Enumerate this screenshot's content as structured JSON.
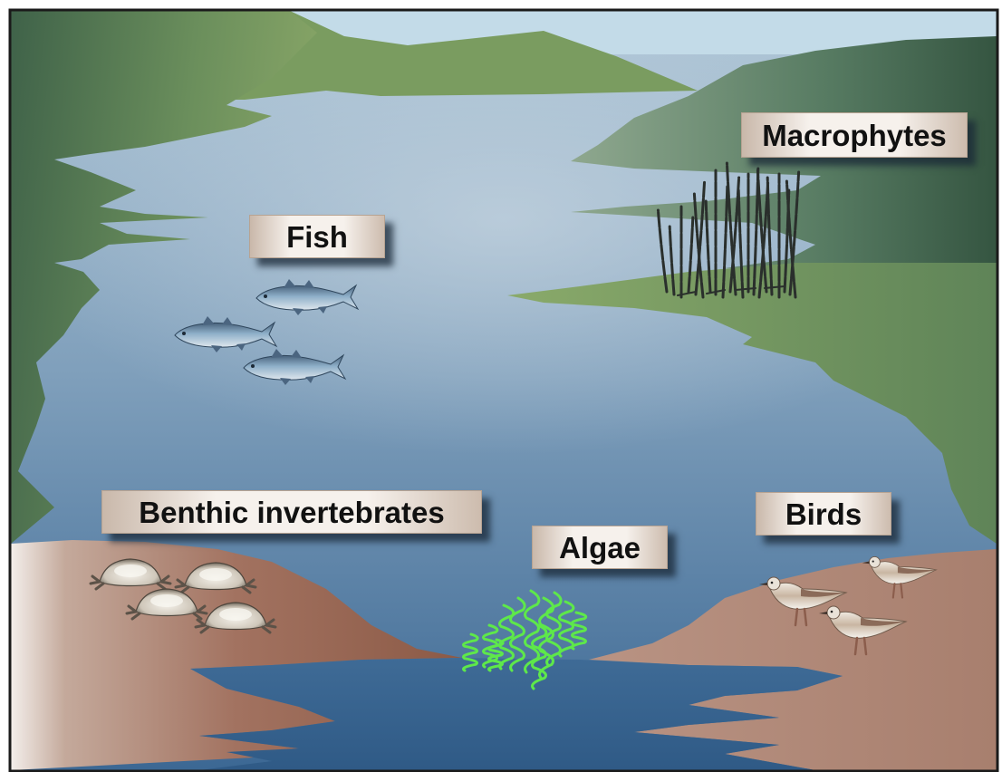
{
  "labels": {
    "fish": "Fish",
    "macrophytes": "Macrophytes",
    "benthic_invertebrates": "Benthic invertebrates",
    "algae": "Algae",
    "birds": "Birds"
  },
  "colors": {
    "sky": "#c3dbe8",
    "hill_dark": "#4a6f52",
    "hill_light": "#7c9c63",
    "water_light": "#a8c0d2",
    "water_dark": "#3f6c97",
    "mud": "#a3705a",
    "fish_body": "#6d8daa",
    "algae": "#5ee84a",
    "reeds": "#2a2f2c",
    "crab_shell": "#ddd7cc",
    "bird_body": "#d6cabb",
    "bird_legs": "#8b5d4c",
    "label_bg": "#f6f1ec",
    "label_text": "#111111"
  },
  "organisms": {
    "fish_count": 3,
    "crab_count": 4,
    "bird_count": 3
  }
}
